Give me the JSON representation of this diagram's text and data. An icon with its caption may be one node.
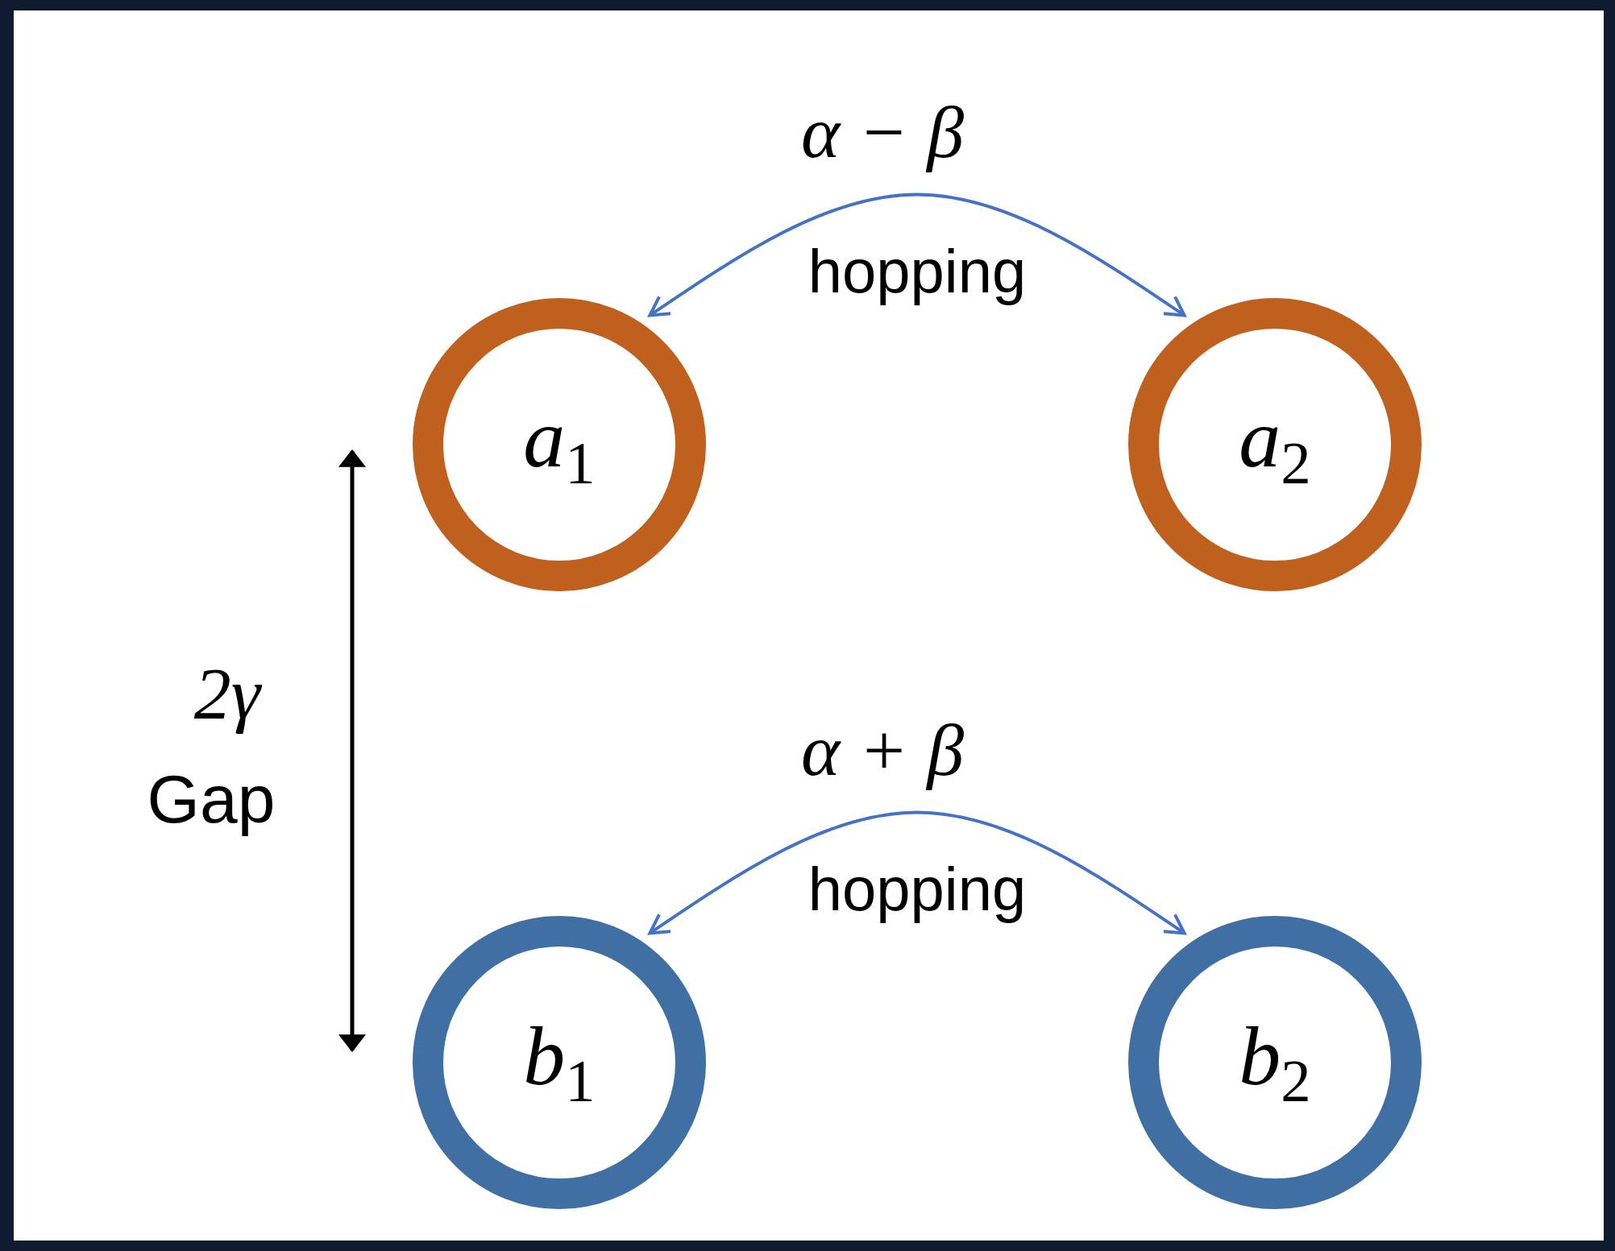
{
  "diagram": {
    "nodes": [
      {
        "text": [
          "*a*$_{1}$"
        ]
      },
      {
        "text": [
          "*a*$_{2}$"
        ]
      },
      {
        "text": [
          "*b*$_{1}$"
        ]
      },
      {
        "text": [
          "*b*$_{2}$"
        ]
      }
    ],
    "edges": [
      {
        "from": 0,
        "to": 1,
        "arrow": "both",
        "label": "hopping"
      },
      {
        "from": 2,
        "to": 3,
        "arrow": "both",
        "label": "hopping"
      }
    ],
    "labels": [
      "α − β",
      "α + β",
      "2γ",
      "Gap"
    ]
  }
}
